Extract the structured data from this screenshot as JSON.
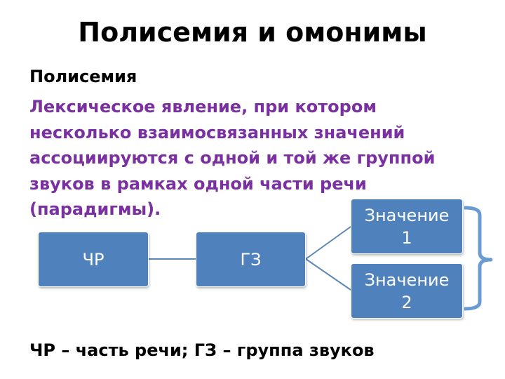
{
  "slide": {
    "title": "Полисемия и омонимы",
    "heading": "Полисемия",
    "definition_lines": [
      "Лексическое явление, при котором",
      "несколько взаимосвязанных значений",
      "ассоциируются с одной и той же группой",
      "звуков в рамках одной части речи",
      "(парадигмы)."
    ],
    "legend": "ЧР – часть речи; ГЗ – группа звуков"
  },
  "diagram": {
    "nodes": {
      "chr": "ЧР",
      "gz": "ГЗ",
      "meaning1_line1": "Значение",
      "meaning1_line2": "1",
      "meaning2_line1": "Значение",
      "meaning2_line2": "2"
    }
  },
  "colors": {
    "node_fill": "#4f81bd",
    "connector": "#5b86b5",
    "definition_text": "#7a30a0",
    "bracket": "#6a9bd0"
  }
}
